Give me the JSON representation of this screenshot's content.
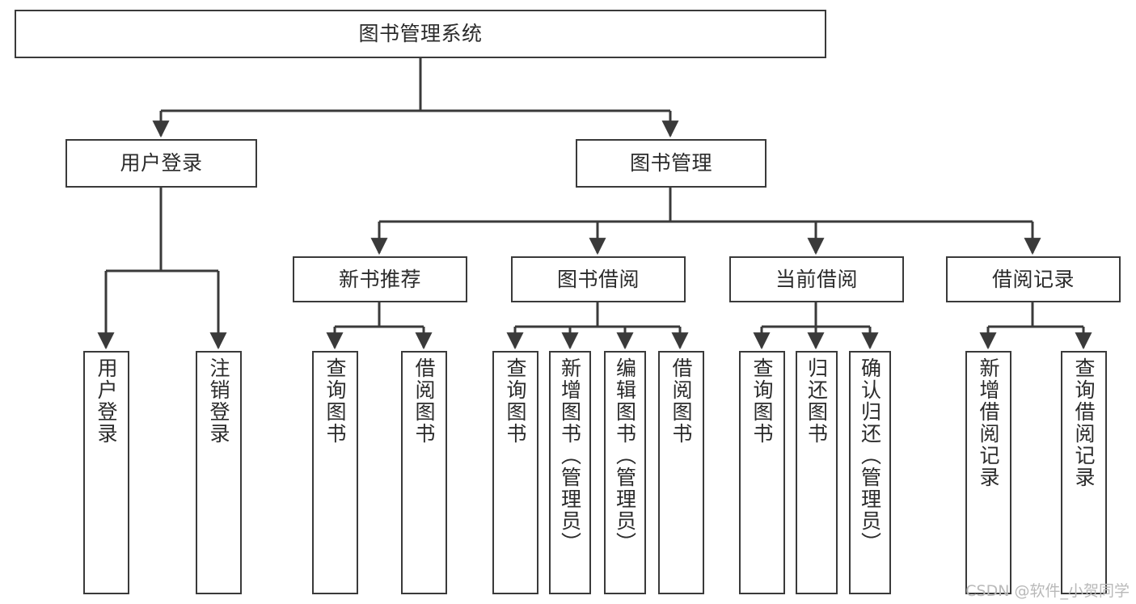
{
  "diagram": {
    "title": "图书管理系统",
    "type": "tree",
    "stroke_color": "#3a3a3a",
    "text_color": "#2b2b2b",
    "background_color": "#ffffff",
    "watermark": "CSDN @软件_小贺同学",
    "nodes": {
      "root": {
        "label": "图书管理系统"
      },
      "level1": [
        {
          "id": "user-login",
          "label": "用户登录"
        },
        {
          "id": "book-management",
          "label": "图书管理"
        }
      ],
      "level2": [
        {
          "id": "new-book-recommend",
          "label": "新书推荐"
        },
        {
          "id": "book-borrow",
          "label": "图书借阅"
        },
        {
          "id": "current-borrow",
          "label": "当前借阅"
        },
        {
          "id": "borrow-record",
          "label": "借阅记录"
        }
      ],
      "leaves": {
        "user-login": [
          {
            "id": "leaf-user-login",
            "label": "用户登录"
          },
          {
            "id": "leaf-logout",
            "label": "注销登录"
          }
        ],
        "new-book-recommend": [
          {
            "id": "leaf-query-book-1",
            "label": "查询图书"
          },
          {
            "id": "leaf-borrow-book-1",
            "label": "借阅图书"
          }
        ],
        "book-borrow": [
          {
            "id": "leaf-query-book-2",
            "label": "查询图书"
          },
          {
            "id": "leaf-add-book",
            "label": "新增图书（管理员）"
          },
          {
            "id": "leaf-edit-book",
            "label": "编辑图书（管理员）"
          },
          {
            "id": "leaf-borrow-book-2",
            "label": "借阅图书"
          }
        ],
        "current-borrow": [
          {
            "id": "leaf-query-book-3",
            "label": "查询图书"
          },
          {
            "id": "leaf-return-book",
            "label": "归还图书"
          },
          {
            "id": "leaf-confirm-return",
            "label": "确认归还（管理员）"
          }
        ],
        "borrow-record": [
          {
            "id": "leaf-add-record",
            "label": "新增借阅记录"
          },
          {
            "id": "leaf-query-record",
            "label": "查询借阅记录"
          }
        ]
      }
    }
  }
}
